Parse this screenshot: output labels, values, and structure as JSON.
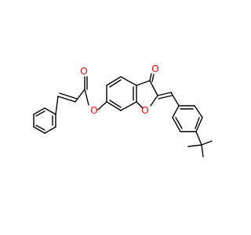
{
  "structure": {
    "atom_labels": {
      "ketone_oxygen": "O",
      "ring_oxygen": "O",
      "ester_ether_oxygen": "O",
      "ester_carbonyl_oxygen": "O"
    },
    "colors": {
      "bond": "#000000",
      "heteroatom": "#ff0000",
      "background": "#ffffff"
    }
  }
}
